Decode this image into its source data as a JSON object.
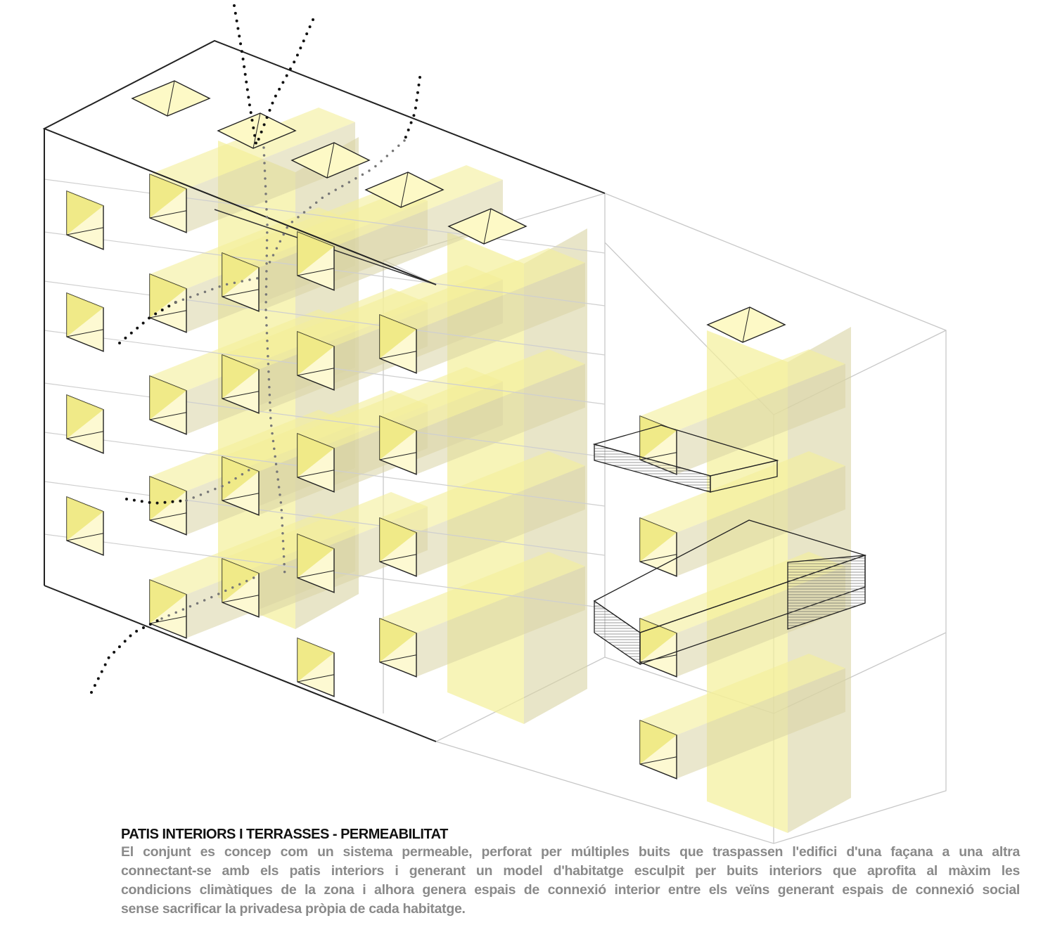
{
  "caption": {
    "title": "PATIS INTERIORS I TERRASSES - PERMEABILITAT",
    "lines": [
      "El conjunt es concep com un sistema permeable, perforat per múltiples buits que traspassen l'edifici d'una façana a una altra",
      "connectant-se amb els patis interiors i generant un model d'habitatge esculpit per buits interiors que aprofita al màxim les",
      "condicions climàtiques de la zona i alhora genera espais de connexió interior entre els veïns generant espais de connexió social",
      "sense sacrificar la privadesa pròpia de cada habitatge."
    ]
  },
  "colors": {
    "void_yellow": "#f3ef9a",
    "void_yellow_dark": "#ece675",
    "column_shade": "#d9d3a4",
    "outline": "#222222",
    "ghost_outline": "#c8c8c8",
    "text_gray": "#8a8a8a"
  }
}
